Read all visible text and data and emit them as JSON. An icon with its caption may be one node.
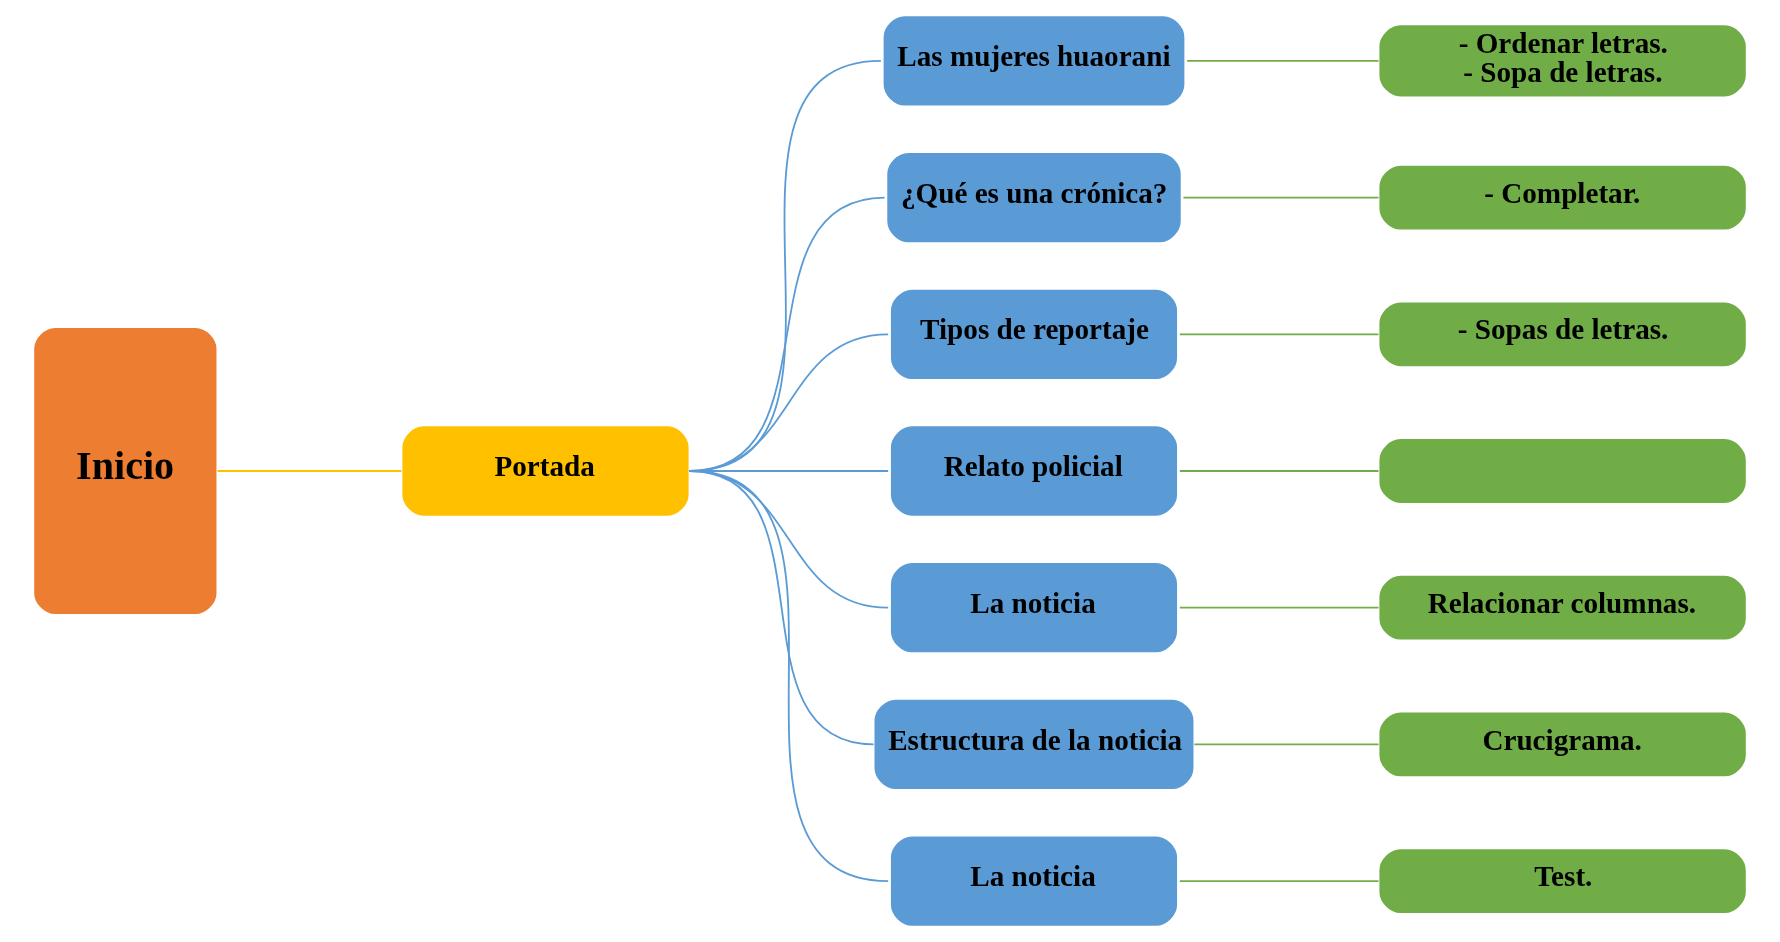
{
  "diagram": {
    "nodes": [
      {
        "text": [
          "Inicio"
        ]
      },
      {
        "text": [
          "Portada"
        ]
      },
      {
        "text": [
          "Las mujeres huaorani"
        ]
      },
      {
        "text": [
          "¿Qué es una crónica?"
        ]
      },
      {
        "text": [
          "Tipos de reportaje"
        ]
      },
      {
        "text": [
          "Relato policial"
        ]
      },
      {
        "text": [
          "La noticia"
        ]
      },
      {
        "text": [
          "Estructura de la noticia"
        ]
      },
      {
        "text": [
          "La noticia"
        ]
      },
      {
        "text": [
          "- Ordenar letras.",
          "- Sopa de letras."
        ]
      },
      {
        "text": [
          "- Completar."
        ]
      },
      {
        "text": [
          "- Sopas de letras."
        ]
      },
      {
        "text": [],
        "shape": "box"
      },
      {
        "text": [
          "Relacionar columnas."
        ]
      },
      {
        "text": [
          "Crucigrama."
        ]
      },
      {
        "text": [
          "Test."
        ]
      }
    ],
    "edges": [
      {
        "from": 0,
        "to": 1,
        "arrow": "none",
        "color": "#ffc000"
      },
      {
        "from": 1,
        "to": 2,
        "arrow": "none",
        "color": "#5b9bd5"
      },
      {
        "from": 1,
        "to": 3,
        "arrow": "none",
        "color": "#5b9bd5"
      },
      {
        "from": 1,
        "to": 4,
        "arrow": "none",
        "color": "#5b9bd5"
      },
      {
        "from": 1,
        "to": 5,
        "arrow": "none",
        "color": "#5b9bd5"
      },
      {
        "from": 1,
        "to": 6,
        "arrow": "none",
        "color": "#5b9bd5"
      },
      {
        "from": 1,
        "to": 7,
        "arrow": "none",
        "color": "#5b9bd5"
      },
      {
        "from": 1,
        "to": 8,
        "arrow": "none",
        "color": "#5b9bd5"
      },
      {
        "from": 2,
        "to": 9,
        "arrow": "none",
        "color": "#70ad47"
      },
      {
        "from": 3,
        "to": 10,
        "arrow": "none",
        "color": "#70ad47"
      },
      {
        "from": 4,
        "to": 11,
        "arrow": "none",
        "color": "#70ad47"
      },
      {
        "from": 5,
        "to": 12,
        "arrow": "none",
        "color": "#70ad47"
      },
      {
        "from": 6,
        "to": 13,
        "arrow": "none",
        "color": "#70ad47"
      },
      {
        "from": 7,
        "to": 14,
        "arrow": "none",
        "color": "#70ad47"
      },
      {
        "from": 8,
        "to": 15,
        "arrow": "none",
        "color": "#70ad47"
      }
    ]
  }
}
